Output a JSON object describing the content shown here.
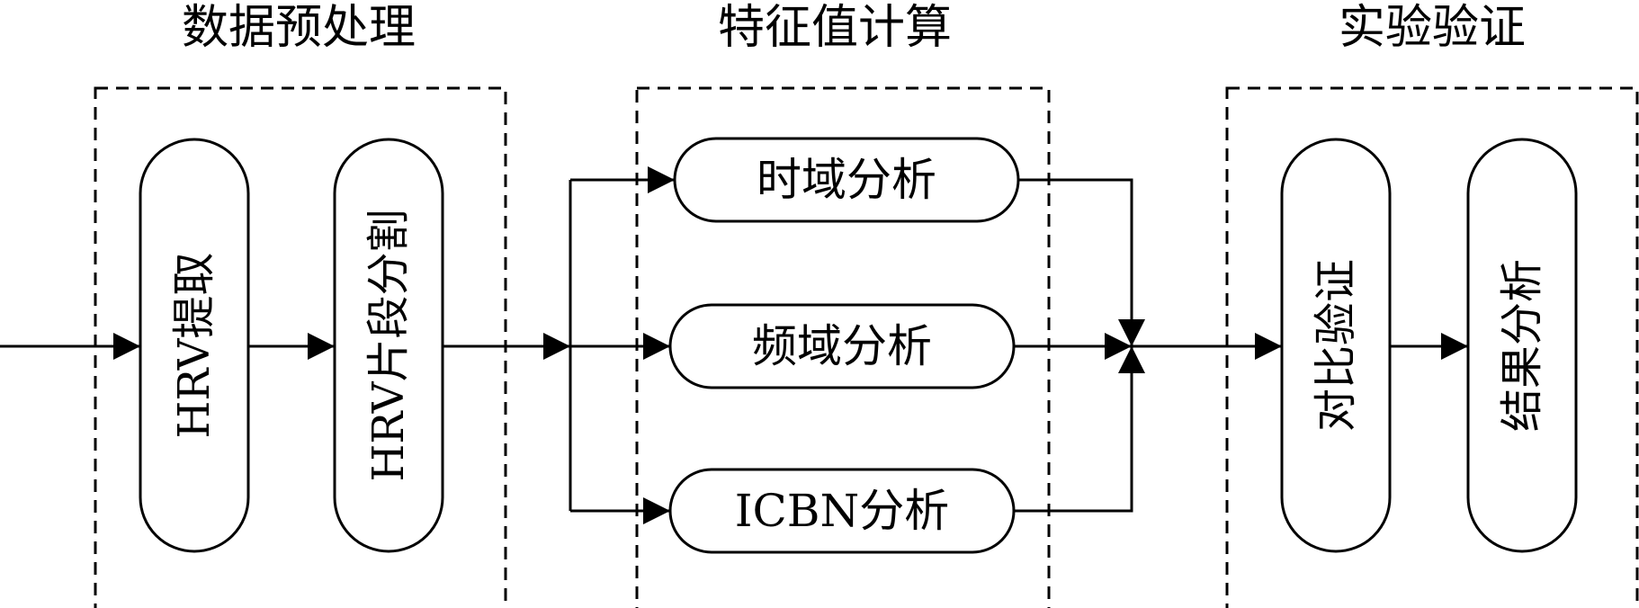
{
  "stages": [
    {
      "title": "数据预处理"
    },
    {
      "title": "特征值计算"
    },
    {
      "title": "实验验证"
    }
  ],
  "nodes": {
    "hrv_extract": "HRV提取",
    "hrv_segment": "HRV片段分割",
    "time_domain": "时域分析",
    "freq_domain": "频域分析",
    "icbn": "ICBN分析",
    "compare": "对比验证",
    "result": "结果分析"
  },
  "colors": {
    "stroke": "#000000",
    "background": "#ffffff"
  }
}
